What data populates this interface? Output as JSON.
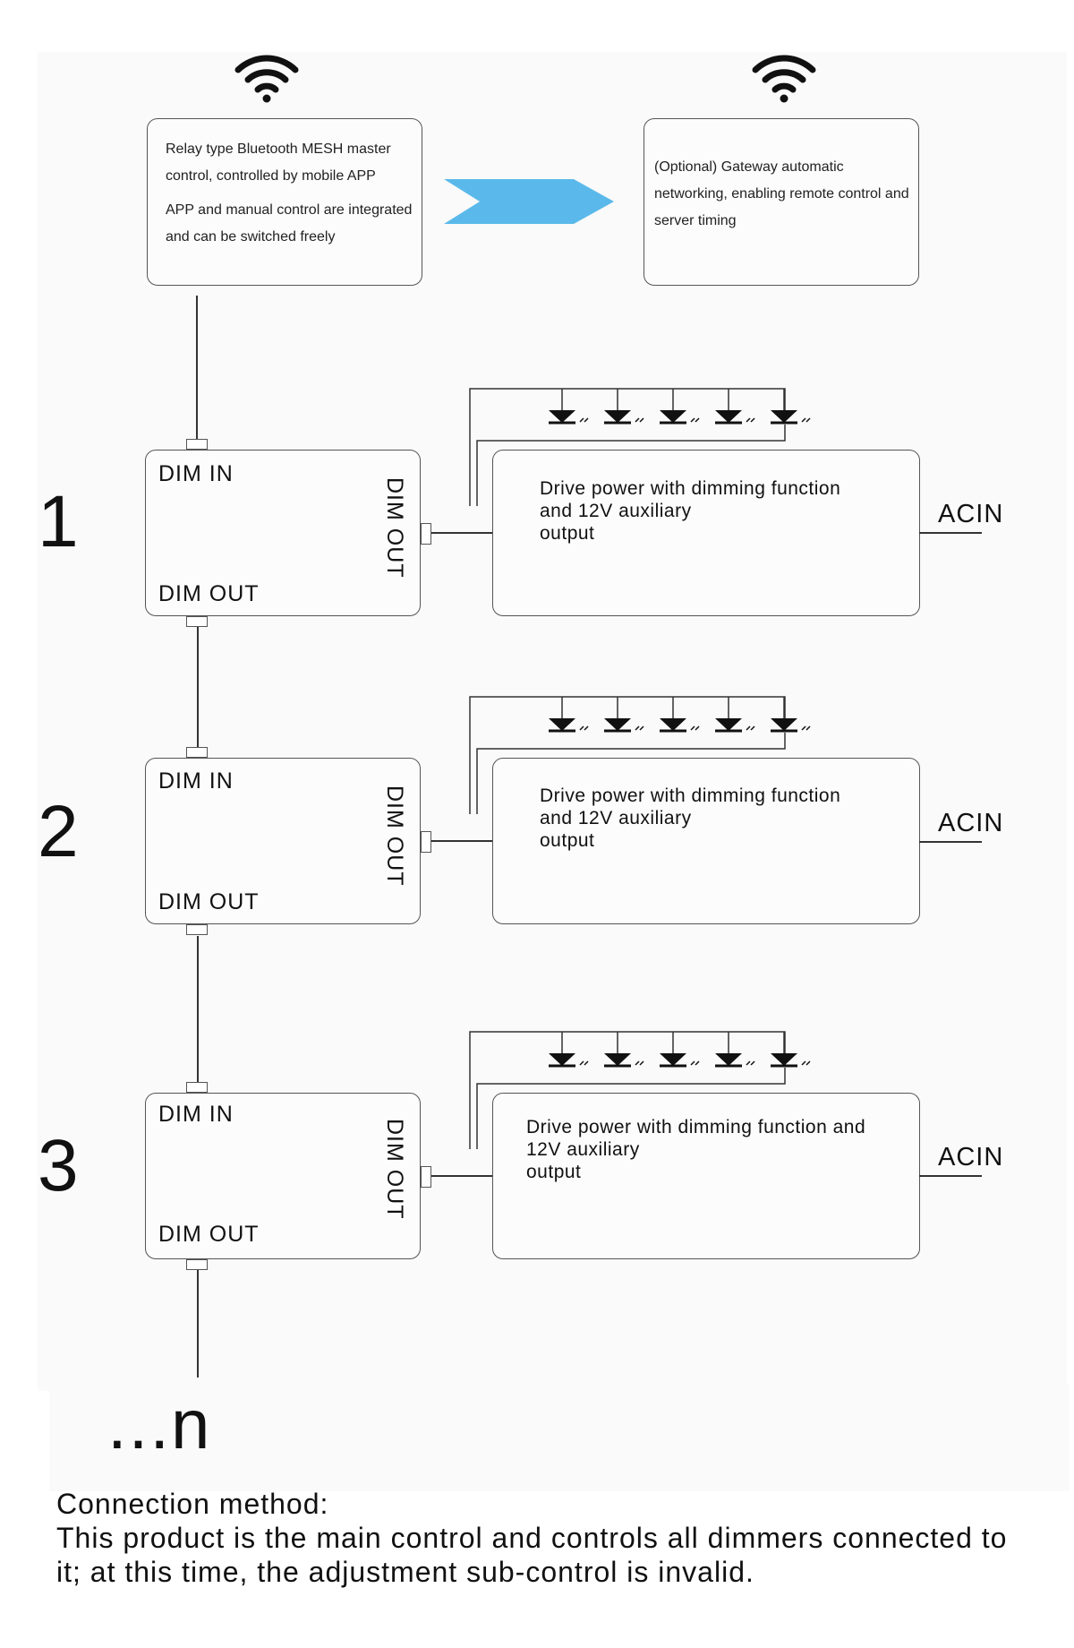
{
  "master": {
    "line1": "Relay type Bluetooth MESH master",
    "line2": "control, controlled by mobile APP",
    "line3": "APP and manual control are integrated",
    "line4": "and can be switched freely"
  },
  "gateway": {
    "line1": "(Optional) Gateway automatic",
    "line2": "networking, enabling remote control and",
    "line3": "server timing"
  },
  "arrow_color": "#5ab9ea",
  "dimmers": [
    {
      "number": "1",
      "dim_in": "DIM IN",
      "dim_out": "DIM OUT",
      "side_out": "DIM OUT",
      "drive_line1": "Drive power with dimming function",
      "drive_line2": "and 12V auxiliary",
      "drive_line3": "output",
      "acin": "ACIN",
      "led_count": 5
    },
    {
      "number": "2",
      "dim_in": "DIM IN",
      "dim_out": "DIM OUT",
      "side_out": "DIM OUT",
      "drive_line1": "Drive power with dimming function",
      "drive_line2": "and 12V auxiliary",
      "drive_line3": "output",
      "acin": "ACIN",
      "led_count": 5
    },
    {
      "number": "3",
      "dim_in": "DIM IN",
      "dim_out": "DIM OUT",
      "side_out": "DIM OUT",
      "drive_line1": "Drive power with dimming function and",
      "drive_line2": "12V auxiliary",
      "drive_line3": "output",
      "acin": "ACIN",
      "led_count": 5
    }
  ],
  "continuation": "...n",
  "caption": {
    "line1": "Connection method:",
    "line2": "This product is the main control and controls all dimmers connected to",
    "line3": "it; at this time, the adjustment sub-control is invalid."
  }
}
